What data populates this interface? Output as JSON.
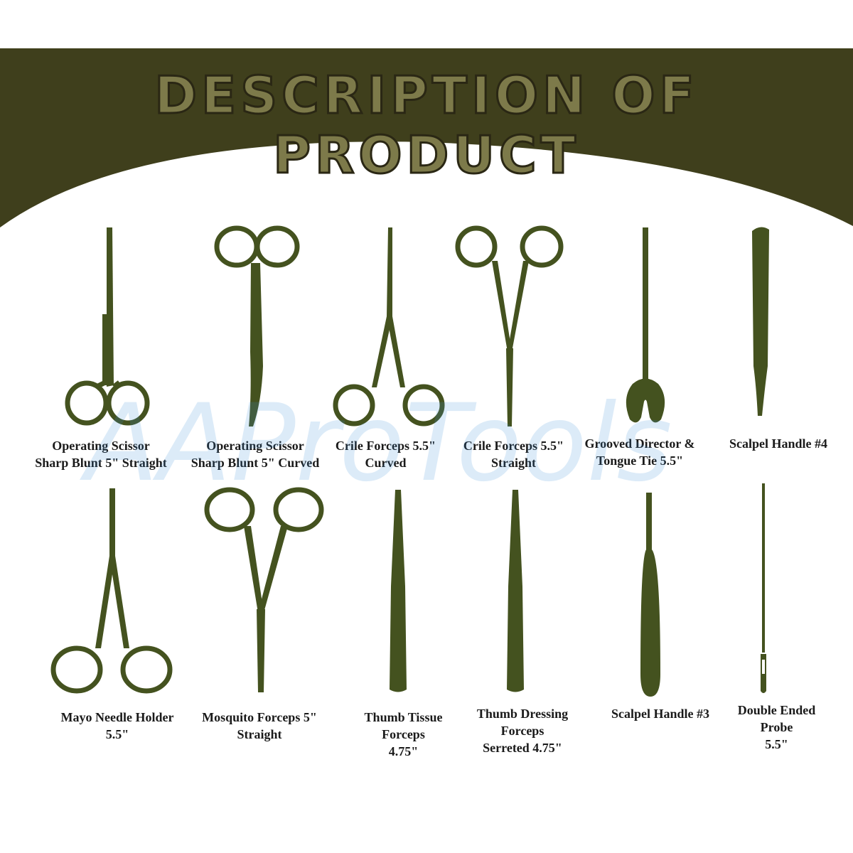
{
  "banner": {
    "title": "DESCRIPTION OF PRODUCT",
    "color": "#3f3f1c"
  },
  "watermark": {
    "brand": "AAProTools"
  },
  "tool_color": "#44521f",
  "tools": [
    {
      "name": "operating-scissor-straight",
      "label": "Operating Scissor\nSharp Blunt 5\" Straight",
      "icon": "scissors-straight-icon"
    },
    {
      "name": "operating-scissor-curved",
      "label": "Operating Scissor\nSharp Blunt 5\" Curved",
      "icon": "scissors-curved-icon"
    },
    {
      "name": "crile-forceps-curved",
      "label": "Crile Forceps 5.5\"\nCurved",
      "icon": "forceps-curved-icon"
    },
    {
      "name": "crile-forceps-straight",
      "label": "Crile Forceps 5.5\"\nStraight",
      "icon": "forceps-straight-icon"
    },
    {
      "name": "grooved-director",
      "label": "Grooved Director &\nTongue Tie 5.5\"",
      "icon": "grooved-director-icon"
    },
    {
      "name": "scalpel-handle-4",
      "label": "Scalpel Handle #4",
      "icon": "scalpel-handle-icon"
    },
    {
      "name": "mayo-needle-holder",
      "label": "Mayo Needle Holder\n5.5\"",
      "icon": "needle-holder-icon"
    },
    {
      "name": "mosquito-forceps",
      "label": "Mosquito Forceps 5\"\nStraight",
      "icon": "forceps-straight-icon"
    },
    {
      "name": "thumb-tissue-forceps",
      "label": "Thumb Tissue\nForceps\n4.75\"",
      "icon": "tweezers-icon"
    },
    {
      "name": "thumb-dressing-forceps",
      "label": "Thumb Dressing\nForceps\nSerreted 4.75\"",
      "icon": "tweezers-icon"
    },
    {
      "name": "scalpel-handle-3",
      "label": "Scalpel Handle #3",
      "icon": "scalpel-handle-icon"
    },
    {
      "name": "double-ended-probe",
      "label": "Double Ended\nProbe\n5.5\"",
      "icon": "probe-icon"
    }
  ]
}
